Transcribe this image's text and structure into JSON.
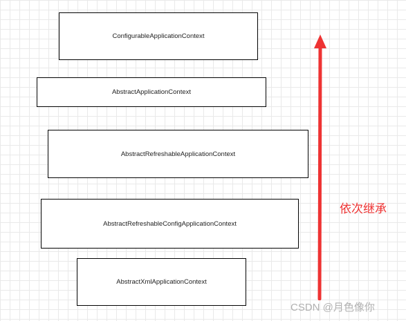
{
  "diagram": {
    "boxes": [
      {
        "label": "ConfigurableApplicationContext"
      },
      {
        "label": "AbstractApplicationContext"
      },
      {
        "label": "AbstractRefreshableApplicationContext"
      },
      {
        "label": "AbstractRefreshableConfigApplicationContext"
      },
      {
        "label": "AbstractXmlApplicationContext"
      }
    ],
    "arrow_label": "依次继承",
    "arrow_color": "#ee3333",
    "grid_color": "#e9e9e9"
  },
  "watermark": "CSDN @月色像你"
}
